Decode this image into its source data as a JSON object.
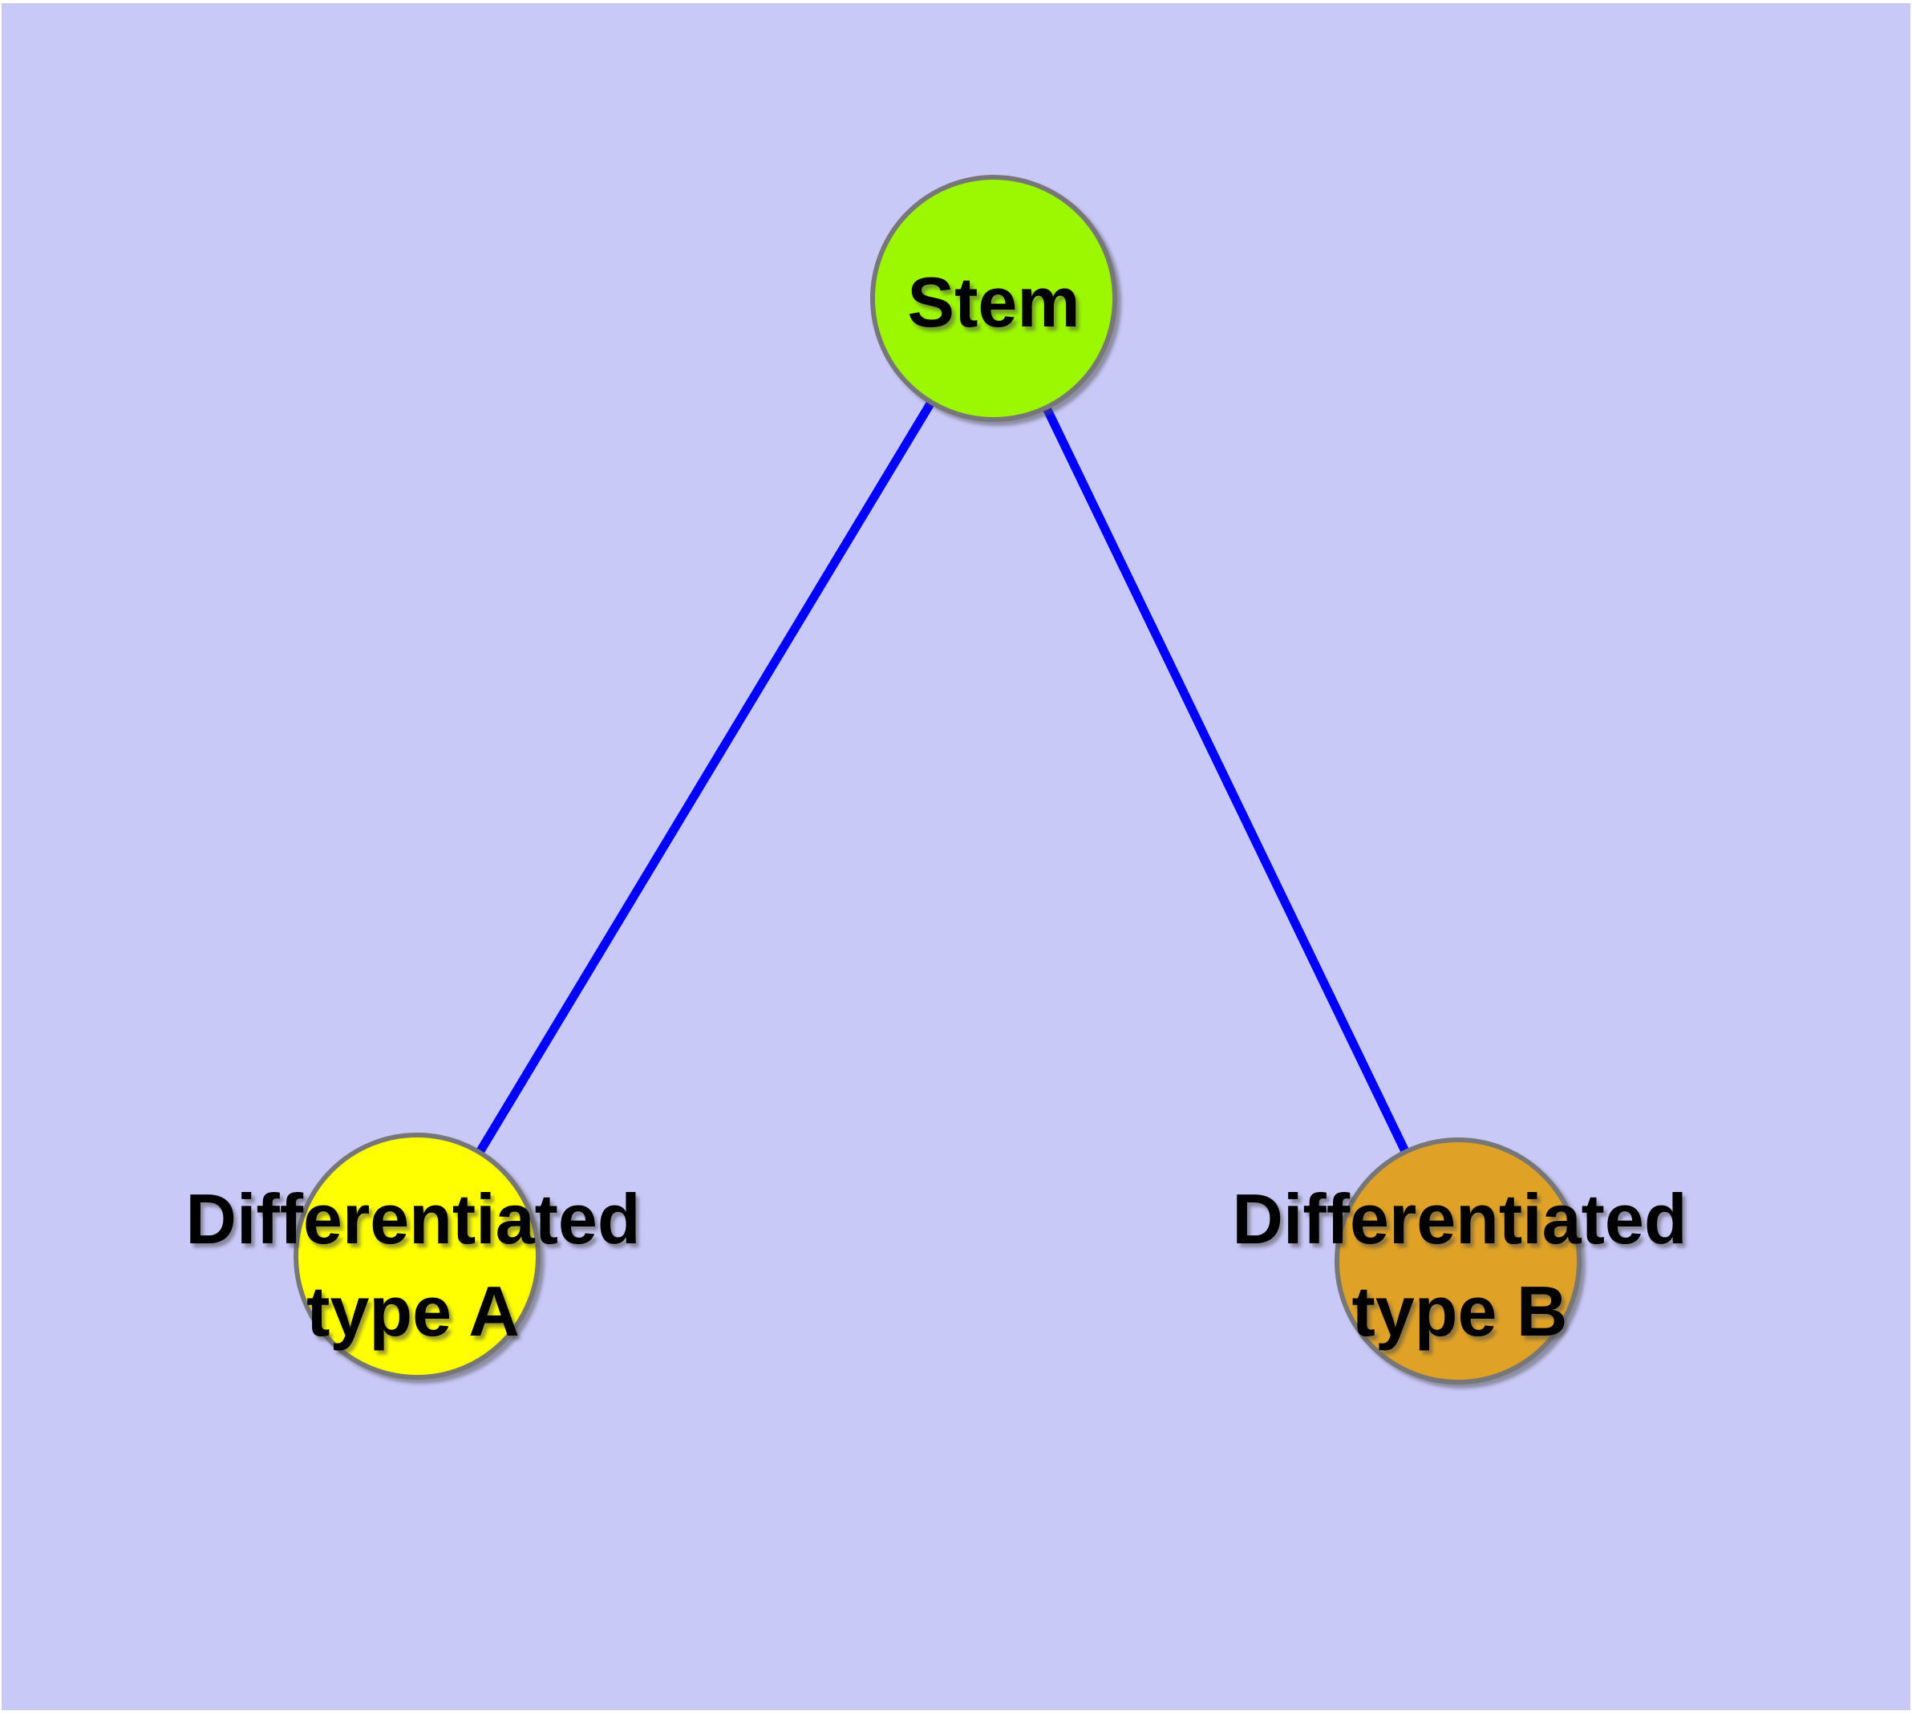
{
  "diagram": {
    "background_color": "#C9C9F8",
    "node_border_color": "#777777",
    "edge_color": "#0000FF",
    "label_color": "#000000",
    "nodes": {
      "stem": {
        "label": "Stem",
        "fill": "#9BF800"
      },
      "type_a": {
        "label": "Differentiated type A",
        "label_line1": "Differentiated",
        "label_line2": "type A",
        "fill": "#FFFF00"
      },
      "type_b": {
        "label": "Differentiated type B",
        "label_line1": "Differentiated",
        "label_line2": "type B",
        "fill": "#E0A226"
      }
    },
    "edges": [
      {
        "from": "Stem",
        "to": "Differentiated type A"
      },
      {
        "from": "Stem",
        "to": "Differentiated type B"
      }
    ]
  }
}
